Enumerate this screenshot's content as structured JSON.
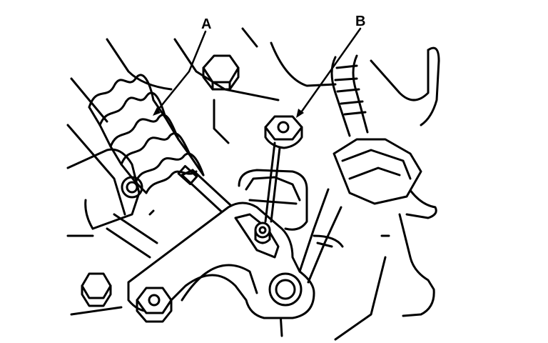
{
  "diagram": {
    "callouts": [
      {
        "id": "A",
        "label": "A",
        "target": "boot"
      },
      {
        "id": "B",
        "label": "B",
        "target": "nut"
      }
    ],
    "colors": {
      "line": "#000000",
      "fill": "#ffffff"
    }
  }
}
